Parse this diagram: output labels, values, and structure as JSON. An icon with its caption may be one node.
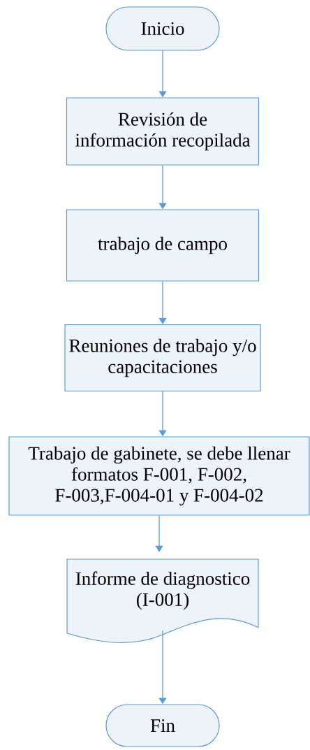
{
  "diagram": {
    "nodes": [
      {
        "text": [
          "Inicio"
        ]
      },
      {
        "text": [
          "Revisión de información recopilada"
        ]
      },
      {
        "text": [
          "trabajo de campo"
        ]
      },
      {
        "text": [
          "Reuniones de trabajo y/o capacitaciones"
        ]
      },
      {
        "text": [
          "Trabajo de gabinete, se debe llenar formatos F-001, F-002, F-003,F-004-01 y F-004-02"
        ]
      },
      {
        "text": [
          "Informe de diagnostico (I-001)"
        ]
      },
      {
        "text": [
          "Fin"
        ]
      }
    ],
    "edges": [
      {
        "from": 0,
        "to": 1,
        "arrow": "to"
      },
      {
        "from": 1,
        "to": 2,
        "arrow": "to"
      },
      {
        "from": 2,
        "to": 3,
        "arrow": "to"
      },
      {
        "from": 3,
        "to": 4,
        "arrow": "to"
      },
      {
        "from": 4,
        "to": 5,
        "arrow": "to"
      },
      {
        "from": 5,
        "to": 6,
        "arrow": "to"
      }
    ]
  }
}
